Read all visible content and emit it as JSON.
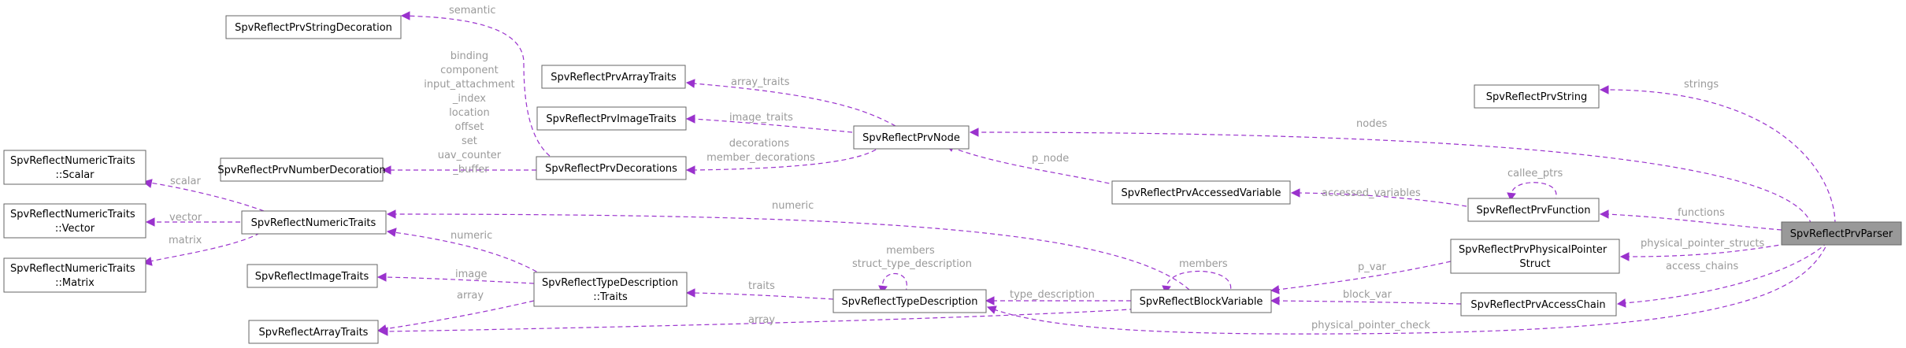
{
  "diagram": {
    "nodes": {
      "string_decoration": "SpvReflectPrvStringDecoration",
      "array_traits_prv": "SpvReflectPrvArrayTraits",
      "image_traits_prv": "SpvReflectPrvImageTraits",
      "prv_node": "SpvReflectPrvNode",
      "prv_string": "SpvReflectPrvString",
      "numeric_scalar": [
        "SpvReflectNumericTraits",
        "::Scalar"
      ],
      "number_decoration": "SpvReflectPrvNumberDecoration",
      "prv_decorations": "SpvReflectPrvDecorations",
      "numeric_vector": [
        "SpvReflectNumericTraits",
        "::Vector"
      ],
      "numeric_traits": "SpvReflectNumericTraits",
      "accessed_variable": "SpvReflectPrvAccessedVariable",
      "prv_function": "SpvReflectPrvFunction",
      "prv_parser": "SpvReflectPrvParser",
      "numeric_matrix": [
        "SpvReflectNumericTraits",
        "::Matrix"
      ],
      "image_traits": "SpvReflectImageTraits",
      "type_desc_traits": [
        "SpvReflectTypeDescription",
        "::Traits"
      ],
      "physical_pointer_struct": [
        "SpvReflectPrvPhysicalPointer",
        "Struct"
      ],
      "type_description": "SpvReflectTypeDescription",
      "block_variable": "SpvReflectBlockVariable",
      "access_chain": "SpvReflectPrvAccessChain",
      "array_traits": "SpvReflectArrayTraits"
    },
    "edge_labels": {
      "semantic": "semantic",
      "decorations_numbers": [
        "binding",
        "component",
        "input_attachment",
        "_index",
        "location",
        "offset",
        "set",
        "uav_counter",
        "_buffer"
      ],
      "array_traits": "array_traits",
      "image_traits": "image_traits",
      "decorations": [
        "decorations",
        "member_decorations"
      ],
      "strings": "strings",
      "nodes": "nodes",
      "p_node": "p_node",
      "callee_ptrs": "callee_ptrs",
      "accessed_variables": "accessed_variables",
      "functions": "functions",
      "scalar": "scalar",
      "vector": "vector",
      "matrix": "matrix",
      "numeric_traits": "numeric",
      "numeric_block": "numeric",
      "image": "image",
      "array_td": "array",
      "traits": "traits",
      "td_members": [
        "members",
        "struct_type_description"
      ],
      "bv_members": "members",
      "p_var": "p_var",
      "physical_pointer_structs": "physical_pointer_structs",
      "type_description": "type_description",
      "block_var": "block_var",
      "access_chains": "access_chains",
      "array_bv": "array",
      "physical_pointer_check": "physical_pointer_check"
    }
  }
}
